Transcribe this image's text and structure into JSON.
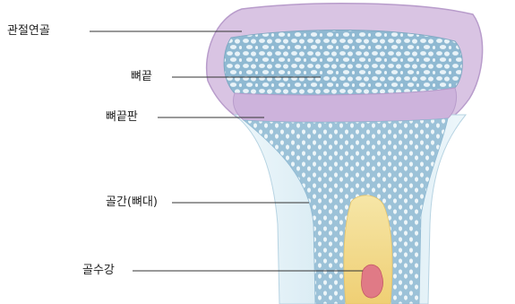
{
  "diagram": {
    "labels": [
      {
        "id": "articular-cartilage",
        "text": "관절연골"
      },
      {
        "id": "epiphysis",
        "text": "뼈끝"
      },
      {
        "id": "epiphyseal-plate",
        "text": "뼈끝판"
      },
      {
        "id": "diaphysis",
        "text": "골간(뼈대)"
      },
      {
        "id": "medullary-cavity",
        "text": "골수강"
      }
    ],
    "colors": {
      "cartilage": "#d9c4e3",
      "cartilage_edge": "#b89ccb",
      "plate": "#cdb3dc",
      "spongy_bg": "#9fc3d8",
      "spongy_holes": "#e9f3f8",
      "cortex": "#d7ebf3",
      "marrow": "#f1d98c",
      "marrow_red": "#e07a86",
      "leader": "#333333"
    }
  }
}
